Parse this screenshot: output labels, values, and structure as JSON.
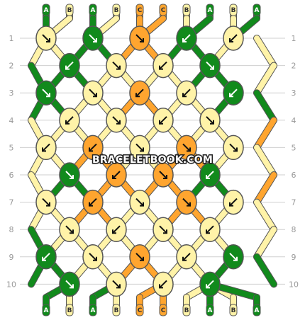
{
  "watermark": "BRACELETBOOK.COM",
  "colors": {
    "A": "#118a1c",
    "B": "#fff3a8",
    "C": "#ffa52f",
    "outline": "#555555",
    "row_line": "#cfcfcf",
    "letter_on_A": "#ffffff",
    "letter_on_B": "#333333",
    "letter_on_C": "#333333"
  },
  "row_labels": [
    "1",
    "2",
    "3",
    "4",
    "5",
    "6",
    "7",
    "8",
    "9",
    "10"
  ],
  "strands_top": [
    "A",
    "B",
    "A",
    "B",
    "C",
    "C",
    "B",
    "A",
    "B",
    "A"
  ],
  "strands_bottom": [
    "A",
    "B",
    "A",
    "B",
    "C",
    "C",
    "B",
    "A",
    "B",
    "A"
  ],
  "knots": [
    {
      "row": 1,
      "items": [
        {
          "c": "B",
          "d": "se"
        },
        {
          "c": "A",
          "d": "se"
        },
        {
          "c": "C",
          "d": "se"
        },
        {
          "c": "A",
          "d": "sw"
        },
        {
          "c": "B",
          "d": "sw"
        }
      ]
    },
    {
      "row": 2,
      "items": [
        {
          "c": "A",
          "d": "sw"
        },
        {
          "c": "B",
          "d": "se"
        },
        {
          "c": "B",
          "d": "sw"
        },
        {
          "c": "A",
          "d": "se"
        }
      ]
    },
    {
      "row": 3,
      "items": [
        {
          "c": "A",
          "d": "se"
        },
        {
          "c": "B",
          "d": "se"
        },
        {
          "c": "C",
          "d": "sw"
        },
        {
          "c": "B",
          "d": "sw"
        },
        {
          "c": "A",
          "d": "sw"
        }
      ]
    },
    {
      "row": 4,
      "items": [
        {
          "c": "B",
          "d": "sw"
        },
        {
          "c": "B",
          "d": "se"
        },
        {
          "c": "B",
          "d": "sw"
        },
        {
          "c": "B",
          "d": "se"
        }
      ]
    },
    {
      "row": 5,
      "items": [
        {
          "c": "B",
          "d": "sw"
        },
        {
          "c": "C",
          "d": "sw"
        },
        {
          "c": "B",
          "d": "se"
        },
        {
          "c": "C",
          "d": "se"
        },
        {
          "c": "B",
          "d": "se"
        }
      ]
    },
    {
      "row": 6,
      "items": [
        {
          "c": "A",
          "d": "se"
        },
        {
          "c": "C",
          "d": "sw"
        },
        {
          "c": "C",
          "d": "se"
        },
        {
          "c": "A",
          "d": "sw"
        }
      ]
    },
    {
      "row": 7,
      "items": [
        {
          "c": "B",
          "d": "se"
        },
        {
          "c": "C",
          "d": "sw"
        },
        {
          "c": "B",
          "d": "se"
        },
        {
          "c": "C",
          "d": "se"
        },
        {
          "c": "B",
          "d": "sw"
        }
      ]
    },
    {
      "row": 8,
      "items": [
        {
          "c": "B",
          "d": "se"
        },
        {
          "c": "B",
          "d": "sw"
        },
        {
          "c": "B",
          "d": "se"
        },
        {
          "c": "B",
          "d": "sw"
        }
      ]
    },
    {
      "row": 9,
      "items": [
        {
          "c": "A",
          "d": "sw"
        },
        {
          "c": "B",
          "d": "se"
        },
        {
          "c": "C",
          "d": "se"
        },
        {
          "c": "B",
          "d": "sw"
        },
        {
          "c": "A",
          "d": "se"
        }
      ]
    },
    {
      "row": 10,
      "items": [
        {
          "c": "A",
          "d": "se"
        },
        {
          "c": "B",
          "d": "se"
        },
        {
          "c": "B",
          "d": "sw"
        },
        {
          "c": "A",
          "d": "sw"
        }
      ]
    }
  ]
}
